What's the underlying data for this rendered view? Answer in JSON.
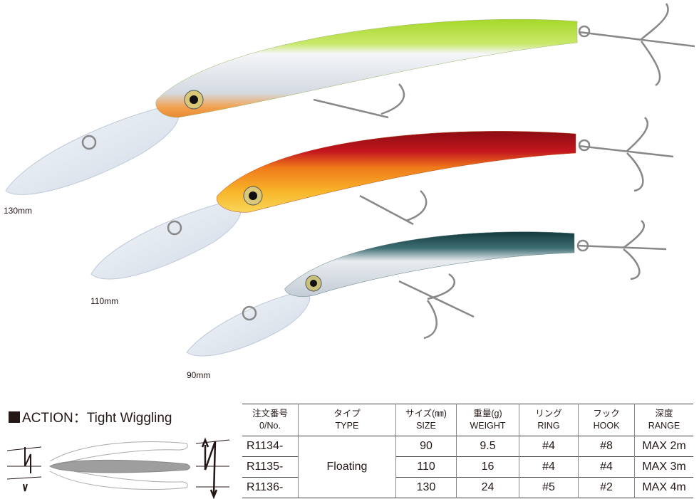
{
  "lures": [
    {
      "size_label": "130mm",
      "colors": {
        "back": "#a6d82a",
        "belly": "#f2a04c",
        "body": "#e4e8ee"
      }
    },
    {
      "size_label": "110mm",
      "colors": {
        "back": "#b5121b",
        "belly": "#f6c534",
        "body": "#f39a1f"
      }
    },
    {
      "size_label": "90mm",
      "colors": {
        "back": "#1d4a4e",
        "belly": "#eef0f4",
        "body": "#cfd8df"
      }
    }
  ],
  "action": {
    "label": "ACTION：Tight Wiggling"
  },
  "spec_table": {
    "headers": [
      {
        "jp": "注文番号",
        "en": "0/No."
      },
      {
        "jp": "タイプ",
        "en": "TYPE"
      },
      {
        "jp": "サイズ(㎜)",
        "en": "SIZE"
      },
      {
        "jp": "重量(g)",
        "en": "WEIGHT"
      },
      {
        "jp": "リング",
        "en": "RING"
      },
      {
        "jp": "フック",
        "en": "HOOK"
      },
      {
        "jp": "深度",
        "en": "RANGE"
      }
    ],
    "type": "Floating",
    "rows": [
      {
        "no": "R1134-",
        "size": "90",
        "weight": "9.5",
        "ring": "#4",
        "hook": "#8",
        "range": "MAX 2m"
      },
      {
        "no": "R1135-",
        "size": "110",
        "weight": "16",
        "ring": "#4",
        "hook": "#4",
        "range": "MAX 3m"
      },
      {
        "no": "R1136-",
        "size": "130",
        "weight": "24",
        "ring": "#5",
        "hook": "#2",
        "range": "MAX 4m"
      }
    ]
  }
}
